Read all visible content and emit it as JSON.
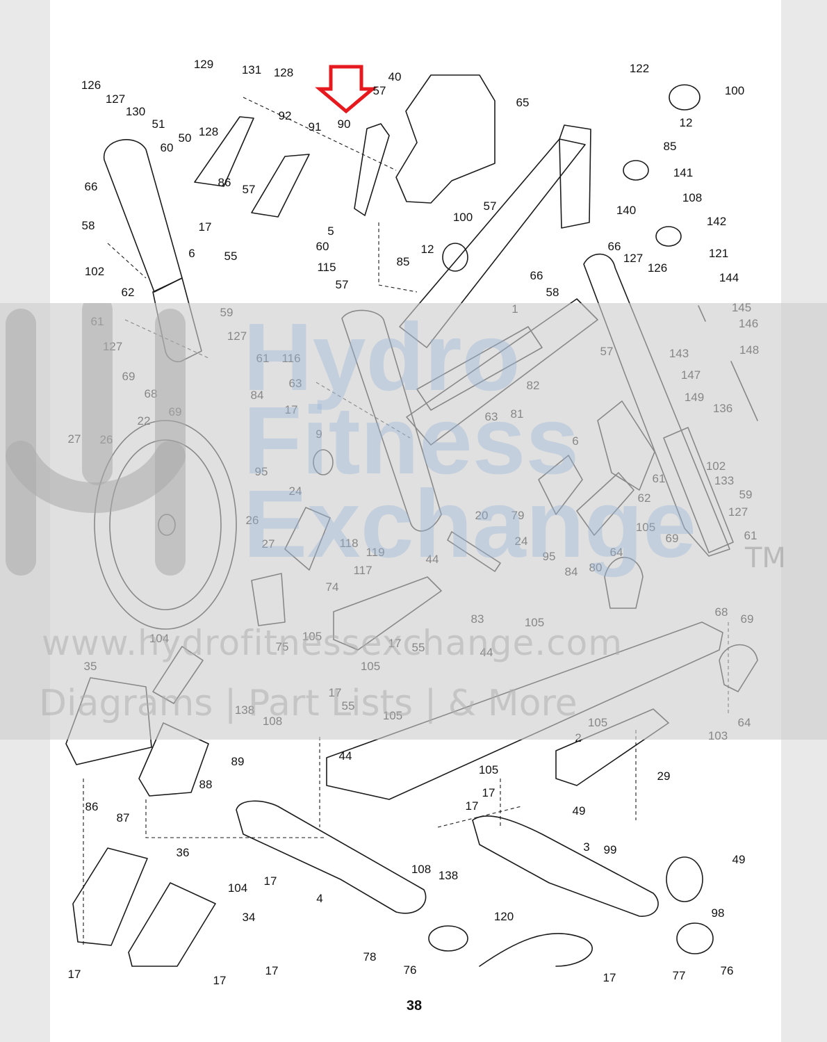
{
  "page_number": "38",
  "watermark": {
    "brand": "Hydro Fitness Exchange",
    "brand_lines": [
      "Hydro",
      "Fitness",
      "Exchange"
    ],
    "trademark": "TM",
    "url": "www.hydrofitnessexchange.com",
    "tagline": "Diagrams | Part Lists | & More"
  },
  "highlight": {
    "part": "90",
    "color": "#e5191e"
  },
  "colors": {
    "lines": "#1a1a1a",
    "watermark": "#cfcfcf"
  },
  "callouts": [
    {
      "id": "c-129",
      "text": "129"
    },
    {
      "id": "c-131",
      "text": "131"
    },
    {
      "id": "c-128a",
      "text": "128"
    },
    {
      "id": "c-126a",
      "text": "126"
    },
    {
      "id": "c-127a",
      "text": "127"
    },
    {
      "id": "c-130",
      "text": "130"
    },
    {
      "id": "c-51",
      "text": "51"
    },
    {
      "id": "c-128b",
      "text": "128"
    },
    {
      "id": "c-92",
      "text": "92"
    },
    {
      "id": "c-50",
      "text": "50"
    },
    {
      "id": "c-60a",
      "text": "60"
    },
    {
      "id": "c-66a",
      "text": "66"
    },
    {
      "id": "c-86a",
      "text": "86"
    },
    {
      "id": "c-57a",
      "text": "57"
    },
    {
      "id": "c-91",
      "text": "91"
    },
    {
      "id": "c-90",
      "text": "90"
    },
    {
      "id": "c-57b",
      "text": "57"
    },
    {
      "id": "c-40",
      "text": "40"
    },
    {
      "id": "c-57c",
      "text": "57"
    },
    {
      "id": "c-122",
      "text": "122"
    },
    {
      "id": "c-65",
      "text": "65"
    },
    {
      "id": "c-100a",
      "text": "100"
    },
    {
      "id": "c-12a",
      "text": "12"
    },
    {
      "id": "c-85a",
      "text": "85"
    },
    {
      "id": "c-58a",
      "text": "58"
    },
    {
      "id": "c-5",
      "text": "5"
    },
    {
      "id": "c-60b",
      "text": "60"
    },
    {
      "id": "c-100b",
      "text": "100"
    },
    {
      "id": "c-141",
      "text": "141"
    },
    {
      "id": "c-140",
      "text": "140"
    },
    {
      "id": "c-108a",
      "text": "108"
    },
    {
      "id": "c-142",
      "text": "142"
    },
    {
      "id": "c-17a",
      "text": "17"
    },
    {
      "id": "c-6a",
      "text": "6"
    },
    {
      "id": "c-55a",
      "text": "55"
    },
    {
      "id": "c-102a",
      "text": "102"
    },
    {
      "id": "c-115",
      "text": "115"
    },
    {
      "id": "c-12b",
      "text": "12"
    },
    {
      "id": "c-85b",
      "text": "85"
    },
    {
      "id": "c-66b",
      "text": "66"
    },
    {
      "id": "c-127b",
      "text": "127"
    },
    {
      "id": "c-126b",
      "text": "126"
    },
    {
      "id": "c-121",
      "text": "121"
    },
    {
      "id": "c-66c",
      "text": "66"
    },
    {
      "id": "c-144",
      "text": "144"
    },
    {
      "id": "c-58b",
      "text": "58"
    },
    {
      "id": "c-62a",
      "text": "62"
    },
    {
      "id": "c-57d",
      "text": "57"
    },
    {
      "id": "c-1",
      "text": "1"
    },
    {
      "id": "c-145",
      "text": "145"
    },
    {
      "id": "c-59a",
      "text": "59"
    },
    {
      "id": "c-61a",
      "text": "61"
    },
    {
      "id": "c-146",
      "text": "146"
    },
    {
      "id": "c-127c",
      "text": "127"
    },
    {
      "id": "c-127d",
      "text": "127"
    },
    {
      "id": "c-143",
      "text": "143"
    },
    {
      "id": "c-148",
      "text": "148"
    },
    {
      "id": "c-116",
      "text": "116"
    },
    {
      "id": "c-61b",
      "text": "61"
    },
    {
      "id": "c-57e",
      "text": "57"
    },
    {
      "id": "c-69a",
      "text": "69"
    },
    {
      "id": "c-147",
      "text": "147"
    },
    {
      "id": "c-63a",
      "text": "63"
    },
    {
      "id": "c-82",
      "text": "82"
    },
    {
      "id": "c-68a",
      "text": "68"
    },
    {
      "id": "c-149",
      "text": "149"
    },
    {
      "id": "c-84a",
      "text": "84"
    },
    {
      "id": "c-69b",
      "text": "69"
    },
    {
      "id": "c-17b",
      "text": "17"
    },
    {
      "id": "c-22",
      "text": "22"
    },
    {
      "id": "c-27a",
      "text": "27"
    },
    {
      "id": "c-26a",
      "text": "26"
    },
    {
      "id": "c-9",
      "text": "9"
    },
    {
      "id": "c-63b",
      "text": "63"
    },
    {
      "id": "c-81",
      "text": "81"
    },
    {
      "id": "c-136",
      "text": "136"
    },
    {
      "id": "c-6b",
      "text": "6"
    },
    {
      "id": "c-95a",
      "text": "95"
    },
    {
      "id": "c-102b",
      "text": "102"
    },
    {
      "id": "c-24a",
      "text": "24"
    },
    {
      "id": "c-133",
      "text": "133"
    },
    {
      "id": "c-61c",
      "text": "61"
    },
    {
      "id": "c-79",
      "text": "79"
    },
    {
      "id": "c-62b",
      "text": "62"
    },
    {
      "id": "c-59b",
      "text": "59"
    },
    {
      "id": "c-20",
      "text": "20"
    },
    {
      "id": "c-127e",
      "text": "127"
    },
    {
      "id": "c-105a",
      "text": "105"
    },
    {
      "id": "c-26b",
      "text": "26"
    },
    {
      "id": "c-24b",
      "text": "24"
    },
    {
      "id": "c-69c",
      "text": "69"
    },
    {
      "id": "c-118",
      "text": "118"
    },
    {
      "id": "c-61d",
      "text": "61"
    },
    {
      "id": "c-27b",
      "text": "27"
    },
    {
      "id": "c-119",
      "text": "119"
    },
    {
      "id": "c-44a",
      "text": "44"
    },
    {
      "id": "c-95b",
      "text": "95"
    },
    {
      "id": "c-64a",
      "text": "64"
    },
    {
      "id": "c-84b",
      "text": "84"
    },
    {
      "id": "c-74",
      "text": "74"
    },
    {
      "id": "c-117",
      "text": "117"
    },
    {
      "id": "c-80",
      "text": "80"
    },
    {
      "id": "c-68b",
      "text": "68"
    },
    {
      "id": "c-83",
      "text": "83"
    },
    {
      "id": "c-69d",
      "text": "69"
    },
    {
      "id": "c-105b",
      "text": "105"
    },
    {
      "id": "c-75",
      "text": "75"
    },
    {
      "id": "c-104a",
      "text": "104"
    },
    {
      "id": "c-105c",
      "text": "105"
    },
    {
      "id": "c-17c",
      "text": "17"
    },
    {
      "id": "c-55b",
      "text": "55"
    },
    {
      "id": "c-44b",
      "text": "44"
    },
    {
      "id": "c-35",
      "text": "35"
    },
    {
      "id": "c-105d",
      "text": "105"
    },
    {
      "id": "c-64b",
      "text": "64"
    },
    {
      "id": "c-17d",
      "text": "17"
    },
    {
      "id": "c-105e",
      "text": "105"
    },
    {
      "id": "c-103",
      "text": "103"
    },
    {
      "id": "c-138a",
      "text": "138"
    },
    {
      "id": "c-108b",
      "text": "108"
    },
    {
      "id": "c-55c",
      "text": "55"
    },
    {
      "id": "c-105f",
      "text": "105"
    },
    {
      "id": "c-2",
      "text": "2"
    },
    {
      "id": "c-89",
      "text": "89"
    },
    {
      "id": "c-44c",
      "text": "44"
    },
    {
      "id": "c-105g",
      "text": "105"
    },
    {
      "id": "c-29",
      "text": "29"
    },
    {
      "id": "c-88",
      "text": "88"
    },
    {
      "id": "c-17e",
      "text": "17"
    },
    {
      "id": "c-86b",
      "text": "86"
    },
    {
      "id": "c-87",
      "text": "87"
    },
    {
      "id": "c-17f",
      "text": "17"
    },
    {
      "id": "c-49a",
      "text": "49"
    },
    {
      "id": "c-36",
      "text": "36"
    },
    {
      "id": "c-3",
      "text": "3"
    },
    {
      "id": "c-99",
      "text": "99"
    },
    {
      "id": "c-108c",
      "text": "108"
    },
    {
      "id": "c-138b",
      "text": "138"
    },
    {
      "id": "c-17g",
      "text": "17"
    },
    {
      "id": "c-49b",
      "text": "49"
    },
    {
      "id": "c-104b",
      "text": "104"
    },
    {
      "id": "c-4",
      "text": "4"
    },
    {
      "id": "c-98",
      "text": "98"
    },
    {
      "id": "c-34",
      "text": "34"
    },
    {
      "id": "c-120",
      "text": "120"
    },
    {
      "id": "c-78",
      "text": "78"
    },
    {
      "id": "c-17h",
      "text": "17"
    },
    {
      "id": "c-76a",
      "text": "76"
    },
    {
      "id": "c-76b",
      "text": "76"
    },
    {
      "id": "c-17i",
      "text": "17"
    },
    {
      "id": "c-17j",
      "text": "17"
    },
    {
      "id": "c-17k",
      "text": "17"
    },
    {
      "id": "c-77",
      "text": "77"
    }
  ]
}
